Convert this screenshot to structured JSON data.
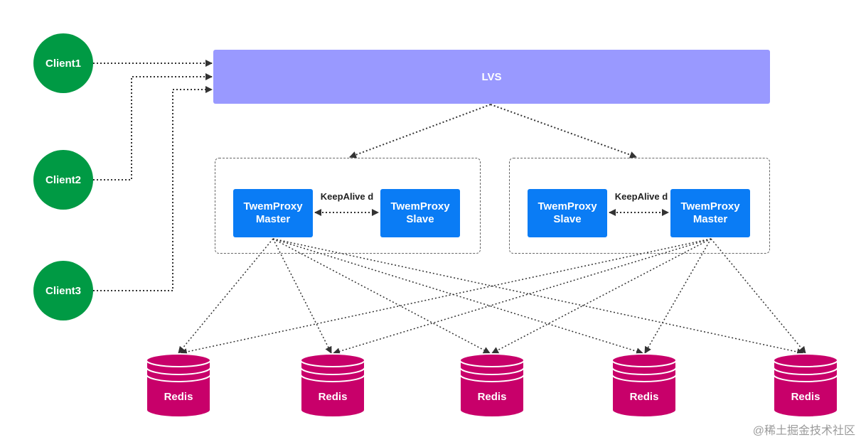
{
  "clients": [
    "Client1",
    "Client2",
    "Client3"
  ],
  "lvs": {
    "label": "LVS"
  },
  "group_left": {
    "master_label": "TwemProxy Master",
    "slave_label": "TwemProxy Slave",
    "keepalive_label": "KeepAlive d"
  },
  "group_right": {
    "master_label": "TwemProxy Master",
    "slave_label": "TwemProxy Slave",
    "keepalive_label": "KeepAlive d"
  },
  "redis": [
    "Redis",
    "Redis",
    "Redis",
    "Redis",
    "Redis"
  ],
  "watermark": "@稀土掘金技术社区",
  "colors": {
    "client": "#009a44",
    "lvs": "#9999ff",
    "proxy": "#0a7cf5",
    "redis": "#c8006a",
    "line": "#333333"
  }
}
